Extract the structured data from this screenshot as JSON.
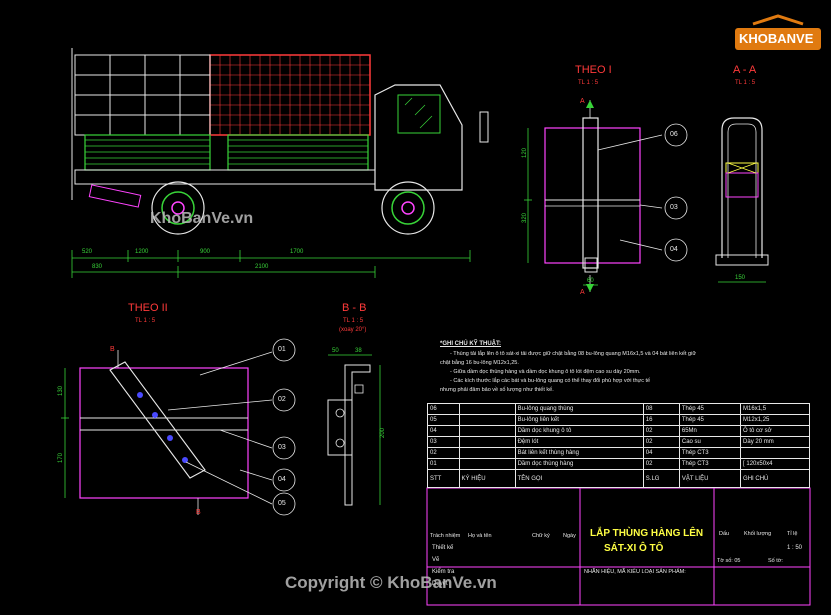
{
  "views": {
    "theo1": {
      "title": "THEO I",
      "scale": "TL 1 : 5"
    },
    "aa": {
      "title": "A - A",
      "scale": "TL 1 : 5"
    },
    "theo2": {
      "title": "THEO II",
      "scale": "TL 1 : 5"
    },
    "bb": {
      "title": "B - B",
      "scale": "TL 1 : 5",
      "note": "(xoay 20°)"
    }
  },
  "truck_dims": {
    "d1": "520",
    "d2": "1200",
    "d3": "900",
    "d4": "1700",
    "d5": "830",
    "d6": "2100"
  },
  "theo1_dims": {
    "v1": "120",
    "v2": "320",
    "h1": "60",
    "s1": "A",
    "s2": "A"
  },
  "aa_dims": {
    "h1": "150"
  },
  "bb_dims": {
    "h1": "50",
    "h2": "38",
    "v1": "200"
  },
  "theo2_dims": {
    "v1": "130",
    "v2": "170",
    "s1": "B",
    "s2": "B"
  },
  "callouts": {
    "theo1": [
      "06",
      "03",
      "04"
    ],
    "theo2": [
      "01",
      "02",
      "03",
      "04",
      "05"
    ]
  },
  "notes": {
    "heading": "*GHI CHÚ KỸ THUẬT:",
    "lines": [
      "- Thùng tải lắp lên ô tô sát-xi tải được giữ chặt bằng 08 bu-lông quang M16x1,5 và 04 bát liên kết giữ",
      "chặt bằng 16 bu-lông M12x1,25.",
      "- Giữa dầm dọc thùng hàng và dầm dọc khung ô tô lót đệm cao su dày 20mm.",
      "- Các kích thước lắp các bát và bu-lông quang có thể thay đổi phù hợp với thực tế",
      "nhưng phải đảm bảo về số lượng như thiết kế."
    ]
  },
  "parts_table": {
    "header": [
      "STT",
      "KÝ HIỆU",
      "TÊN GỌI",
      "S.LG",
      "VẬT LIỆU",
      "GHI CHÚ"
    ],
    "rows": [
      [
        "06",
        "",
        "Bu-lông quang thùng",
        "08",
        "Thép 45",
        "M16x1,5"
      ],
      [
        "05",
        "",
        "Bu-lông liên kết",
        "16",
        "Thép 45",
        "M12x1,25"
      ],
      [
        "04",
        "",
        "Dầm dọc khung ô tô",
        "02",
        "65Mn",
        "Ô tô cơ sở"
      ],
      [
        "03",
        "",
        "Đệm lót",
        "02",
        "Cao su",
        "Dày 20 mm"
      ],
      [
        "02",
        "",
        "Bát liên kết thùng hàng",
        "04",
        "Thép CT3",
        ""
      ],
      [
        "01",
        "",
        "Dầm dọc thùng hàng",
        "02",
        "Thép CT3",
        "[ 120x50x4"
      ]
    ]
  },
  "title_block": {
    "main_title_1": "LẮP THÙNG HÀNG LÊN",
    "main_title_2": "SÁT-XI Ô TÔ",
    "subtitle": "NHÃN HIỆU, MÃ KIỂU LOẠI SẢN PHẨM:",
    "roles": [
      "Trách nhiệm",
      "Thiết kế",
      "Vẽ",
      "Kiểm tra",
      "Duyệt"
    ],
    "col_name": "Họ và tên",
    "col_sign": "Chữ ký",
    "col_date": "Ngày",
    "info_headers": [
      "Dấu",
      "Khối lượng",
      "Tỉ lệ"
    ],
    "scale_value": "1 : 50",
    "sheet": "Tờ số: 05",
    "sheets": "Số tờ:"
  },
  "branding": {
    "logo_text": "KHOBANVE",
    "watermark_mid": "KhoBanVe.vn",
    "watermark_bottom": "Copyright © KhoBanVe.vn"
  },
  "colors": {
    "background": "#000000",
    "line": "#e8e8e8",
    "red": "#ff3a3a",
    "green": "#38d438",
    "magenta": "#ff44ff",
    "blue": "#4a4aff",
    "cyan": "#22cccc",
    "yellow": "#ffff44"
  }
}
